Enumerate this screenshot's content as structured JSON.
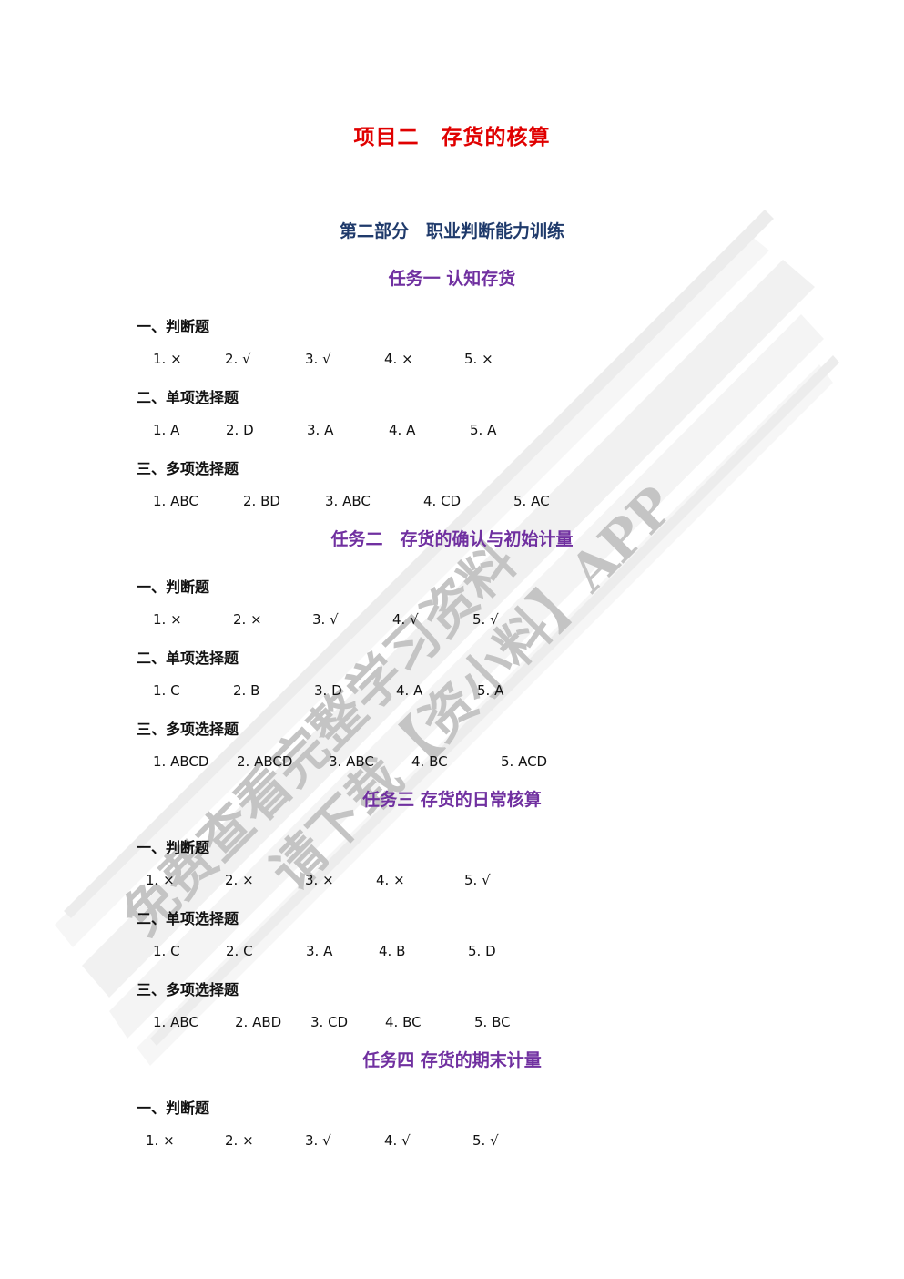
{
  "title": "项目二　存货的核算",
  "part_title": "第二部分　职业判断能力训练",
  "watermark": {
    "line1": "免费查看完整学习资料",
    "line2": "请下载【资小料】APP",
    "color": "#c8c8c8"
  },
  "tasks": [
    {
      "title": "任务一  认知存货",
      "sections": [
        {
          "heading": "一、判断题",
          "answers": [
            "1. ×",
            "2. √",
            "3. √",
            "4. ×",
            "5. ×"
          ]
        },
        {
          "heading": "二、单项选择题",
          "answers": [
            "1. A",
            "2. D",
            "3. A",
            "4. A",
            "5. A"
          ]
        },
        {
          "heading": "三、多项选择题",
          "answers": [
            "1. ABC",
            "2. BD",
            "3. ABC",
            "4. CD",
            "5. AC"
          ]
        }
      ]
    },
    {
      "title": "任务二　存货的确认与初始计量",
      "sections": [
        {
          "heading": "一、判断题",
          "answers": [
            "1. ×",
            "2. ×",
            "3. √",
            "4. √",
            "5. √"
          ]
        },
        {
          "heading": "二、单项选择题",
          "answers": [
            "1. C",
            "2. B",
            "3. D",
            "4. A",
            "5. A"
          ]
        },
        {
          "heading": "三、多项选择题",
          "answers": [
            "1. ABCD",
            "2. ABCD",
            "3. ABC",
            "4. BC",
            "5. ACD"
          ]
        }
      ]
    },
    {
      "title": "任务三  存货的日常核算",
      "sections": [
        {
          "heading": "一、判断题",
          "answers": [
            "1. ×",
            "2. ×",
            "3. ×",
            "4. ×",
            "5. √"
          ]
        },
        {
          "heading": "二、单项选择题",
          "answers": [
            "1. C",
            "2. C",
            "3. A",
            "4. B",
            "5. D"
          ]
        },
        {
          "heading": "三、多项选择题",
          "answers": [
            "1. ABC",
            "2. ABD",
            "3. CD",
            "4. BC",
            "5. BC"
          ]
        }
      ]
    },
    {
      "title": "任务四  存货的期末计量",
      "sections": [
        {
          "heading": "一、判断题",
          "answers": [
            "1. ×",
            "2. ×",
            "3. √",
            "4. √",
            "5. √"
          ]
        }
      ]
    }
  ]
}
